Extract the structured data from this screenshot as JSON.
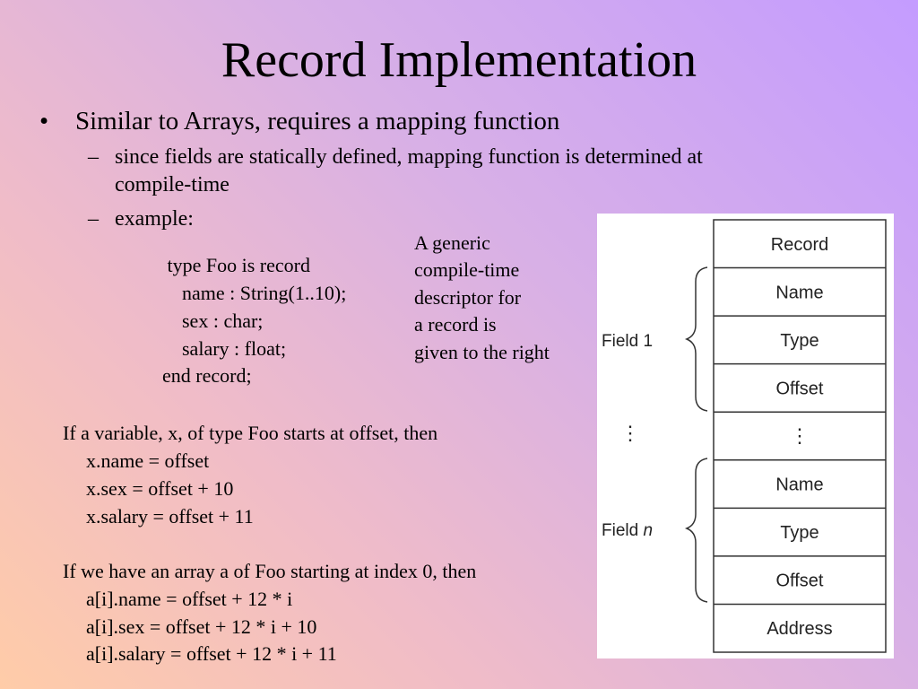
{
  "title": "Record Implementation",
  "bullets": {
    "main": "Similar to Arrays, requires a mapping function",
    "sub1_line1": "since fields are statically defined, mapping function is determined at",
    "sub1_line2": "compile-time",
    "sub2": "example:"
  },
  "code": [
    " type Foo is record",
    "    name : String(1..10);",
    "    sex : char;",
    "    salary : float;",
    "end record;"
  ],
  "note": [
    "A generic",
    "compile-time",
    "descriptor for",
    "a record is",
    "given to the right"
  ],
  "offsets": [
    "If a variable, x, of type Foo starts at offset, then",
    "x.name = offset",
    "x.sex = offset + 10",
    "x.salary = offset + 11"
  ],
  "array": [
    "If we have an array a of Foo starting at index 0, then",
    "a[i].name = offset + 12 * i",
    "a[i].sex = offset + 12 * i + 10",
    "a[i].salary = offset + 12 * i + 11"
  ],
  "descriptor": {
    "cells": [
      "Record",
      "Name",
      "Type",
      "Offset",
      "⋮",
      "Name",
      "Type",
      "Offset",
      "Address"
    ],
    "field1_label": "Field 1",
    "fieldn_prefix": "Field ",
    "fieldn_var": "n",
    "dots": "⋮"
  }
}
